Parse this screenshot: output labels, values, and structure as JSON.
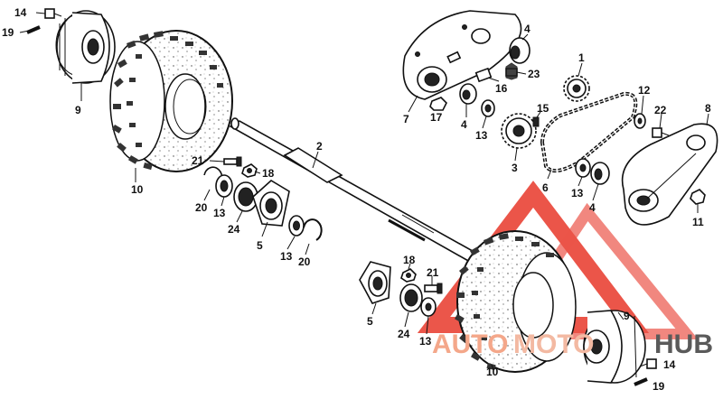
{
  "watermark": {
    "text_a": "AUTO",
    "text_b": "MOTO",
    "text_c": "HUB",
    "color_a": "#f4a78a",
    "color_b": "#f3b9a2",
    "color_c": "#5a5a5a",
    "logo_color": "#e8382a"
  },
  "callouts": [
    {
      "id": "c14a",
      "text": "14"
    },
    {
      "id": "c19a",
      "text": "19"
    },
    {
      "id": "c9a",
      "text": "9"
    },
    {
      "id": "c10a",
      "text": "10"
    },
    {
      "id": "c2",
      "text": "2"
    },
    {
      "id": "c21a",
      "text": "21"
    },
    {
      "id": "c18a",
      "text": "18"
    },
    {
      "id": "c20a",
      "text": "20"
    },
    {
      "id": "c13a",
      "text": "13"
    },
    {
      "id": "c24a",
      "text": "24"
    },
    {
      "id": "c5a",
      "text": "5"
    },
    {
      "id": "c13b",
      "text": "13"
    },
    {
      "id": "c20b",
      "text": "20"
    },
    {
      "id": "c7",
      "text": "7"
    },
    {
      "id": "c17",
      "text": "17"
    },
    {
      "id": "c4a",
      "text": "4"
    },
    {
      "id": "c16",
      "text": "16"
    },
    {
      "id": "c23",
      "text": "23"
    },
    {
      "id": "c4b",
      "text": "4"
    },
    {
      "id": "c13c",
      "text": "13"
    },
    {
      "id": "c1",
      "text": "1"
    },
    {
      "id": "c15",
      "text": "15"
    },
    {
      "id": "c3",
      "text": "3"
    },
    {
      "id": "c12",
      "text": "12"
    },
    {
      "id": "c22",
      "text": "22"
    },
    {
      "id": "c8",
      "text": "8"
    },
    {
      "id": "c6",
      "text": "6"
    },
    {
      "id": "c13d",
      "text": "13"
    },
    {
      "id": "c4c",
      "text": "4"
    },
    {
      "id": "c11",
      "text": "11"
    },
    {
      "id": "c18b",
      "text": "18"
    },
    {
      "id": "c21b",
      "text": "21"
    },
    {
      "id": "c5b",
      "text": "5"
    },
    {
      "id": "c24b",
      "text": "24"
    },
    {
      "id": "c13e",
      "text": "13"
    },
    {
      "id": "c9b",
      "text": "9"
    },
    {
      "id": "c10b",
      "text": "10"
    },
    {
      "id": "c14b",
      "text": "14"
    },
    {
      "id": "c19b",
      "text": "19"
    }
  ]
}
